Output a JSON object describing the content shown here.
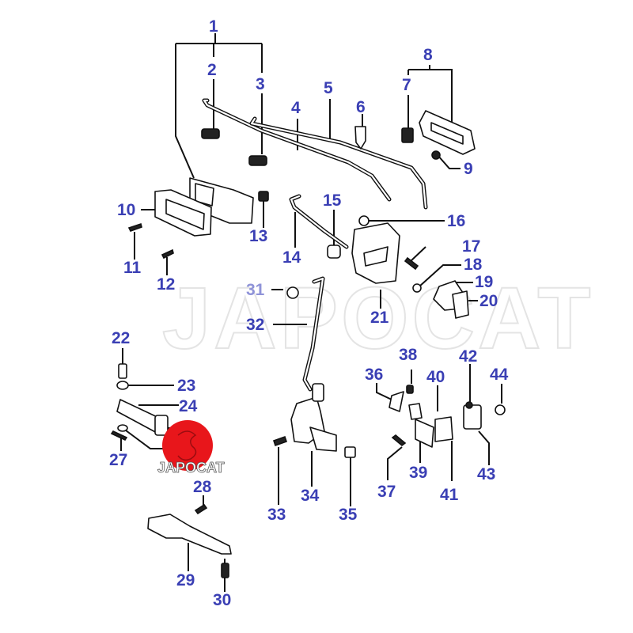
{
  "watermark": "JAPOCAT",
  "logo": {
    "text": "JAPOCAT",
    "color": "#e8161b"
  },
  "colors": {
    "label": "#3a3fb4",
    "label_faded": "#8f93d8",
    "line": "#111111"
  },
  "labels": [
    {
      "id": "1",
      "text": "1"
    },
    {
      "id": "2",
      "text": "2"
    },
    {
      "id": "3",
      "text": "3"
    },
    {
      "id": "4",
      "text": "4"
    },
    {
      "id": "5",
      "text": "5"
    },
    {
      "id": "6",
      "text": "6"
    },
    {
      "id": "7",
      "text": "7"
    },
    {
      "id": "8",
      "text": "8"
    },
    {
      "id": "9",
      "text": "9"
    },
    {
      "id": "10",
      "text": "10"
    },
    {
      "id": "11",
      "text": "11"
    },
    {
      "id": "12",
      "text": "12"
    },
    {
      "id": "13",
      "text": "13"
    },
    {
      "id": "14",
      "text": "14"
    },
    {
      "id": "15",
      "text": "15"
    },
    {
      "id": "16",
      "text": "16"
    },
    {
      "id": "17",
      "text": "17"
    },
    {
      "id": "18",
      "text": "18"
    },
    {
      "id": "19",
      "text": "19"
    },
    {
      "id": "20",
      "text": "20"
    },
    {
      "id": "21",
      "text": "21"
    },
    {
      "id": "22",
      "text": "22"
    },
    {
      "id": "23",
      "text": "23"
    },
    {
      "id": "24",
      "text": "24"
    },
    {
      "id": "27",
      "text": "27"
    },
    {
      "id": "28",
      "text": "28"
    },
    {
      "id": "29",
      "text": "29"
    },
    {
      "id": "30",
      "text": "30"
    },
    {
      "id": "31",
      "text": "31"
    },
    {
      "id": "32",
      "text": "32"
    },
    {
      "id": "33",
      "text": "33"
    },
    {
      "id": "34",
      "text": "34"
    },
    {
      "id": "35",
      "text": "35"
    },
    {
      "id": "36",
      "text": "36"
    },
    {
      "id": "37",
      "text": "37"
    },
    {
      "id": "38",
      "text": "38"
    },
    {
      "id": "39",
      "text": "39"
    },
    {
      "id": "40",
      "text": "40"
    },
    {
      "id": "41",
      "text": "41"
    },
    {
      "id": "42",
      "text": "42"
    },
    {
      "id": "43",
      "text": "43"
    },
    {
      "id": "44",
      "text": "44"
    }
  ]
}
